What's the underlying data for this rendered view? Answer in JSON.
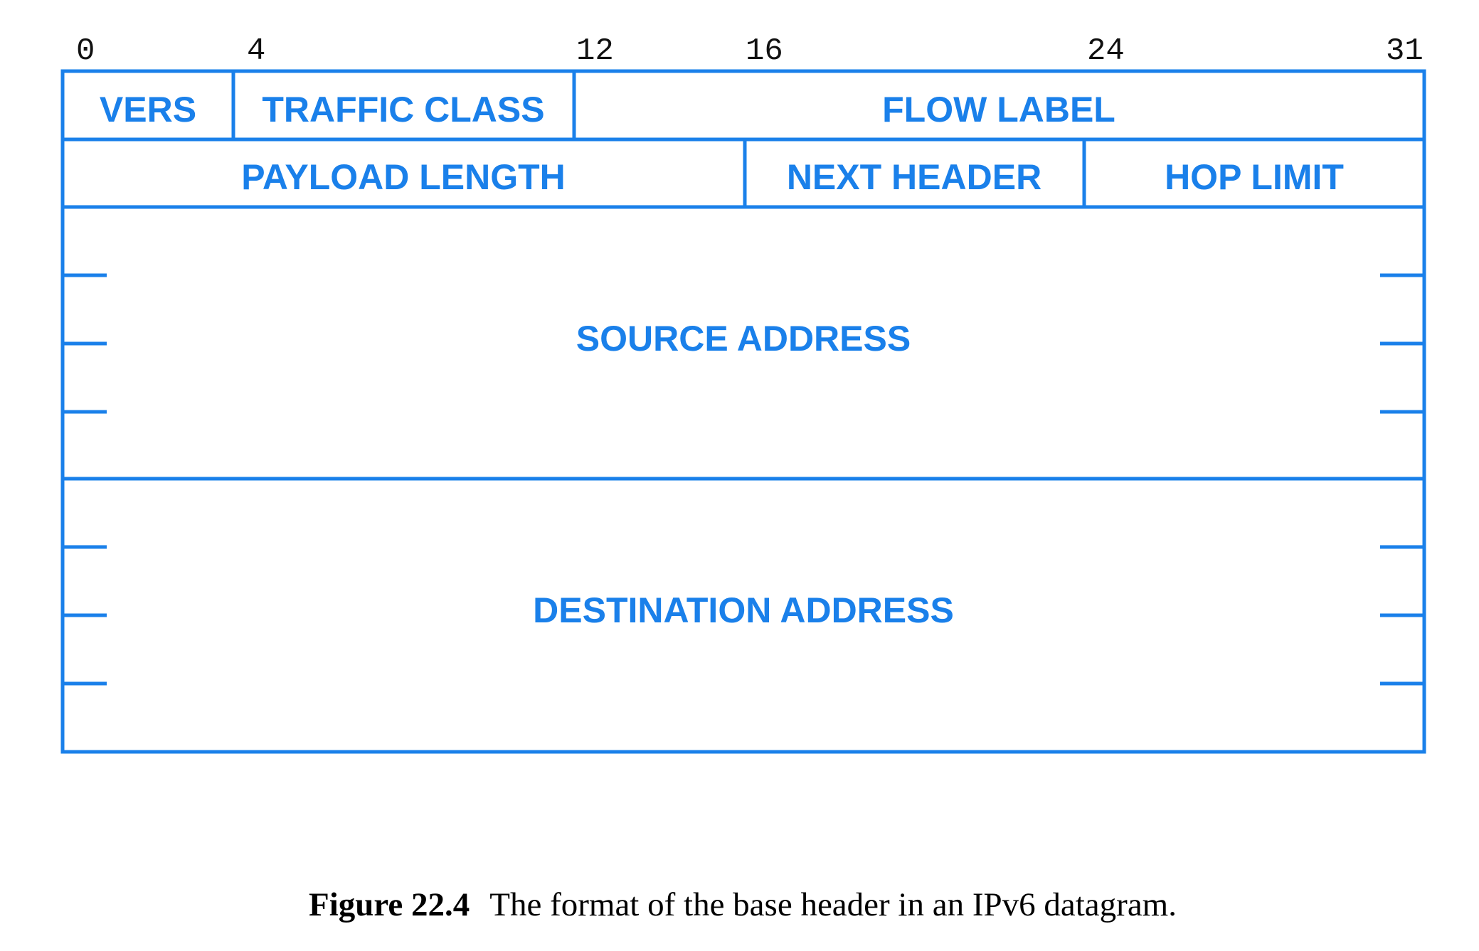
{
  "bit_positions": [
    "0",
    "4",
    "12",
    "16",
    "24",
    "31"
  ],
  "fields": {
    "vers": "VERS",
    "traffic_class": "TRAFFIC CLASS",
    "flow_label": "FLOW LABEL",
    "payload_length": "PAYLOAD LENGTH",
    "next_header": "NEXT HEADER",
    "hop_limit": "HOP LIMIT",
    "source_address": "SOURCE ADDRESS",
    "destination_address": "DESTINATION ADDRESS"
  },
  "caption": {
    "label": "Figure 22.4",
    "text": "The format of the base header in an IPv6 datagram."
  },
  "colors": {
    "accent": "#1a80ea",
    "fill": "#e6e6e6"
  }
}
